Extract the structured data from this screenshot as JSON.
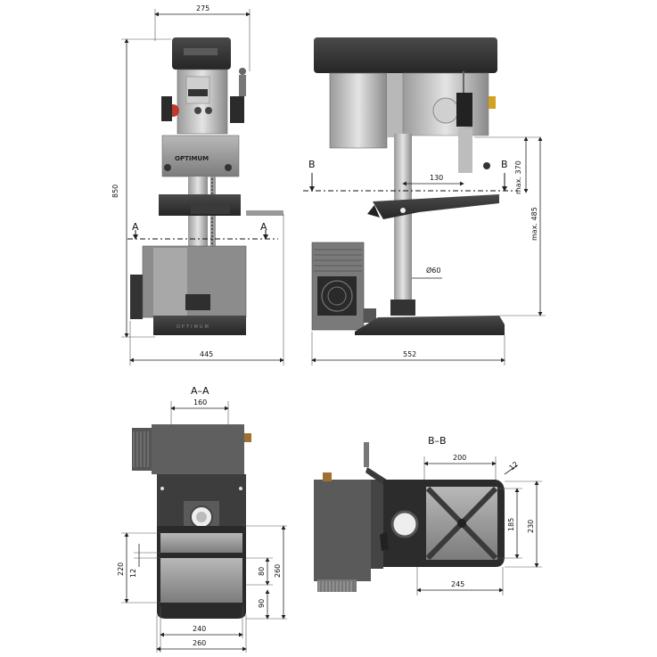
{
  "dims": {
    "width_top": "275",
    "height_total": "850",
    "depth_front": "445",
    "depth_side": "552",
    "spindle_offset": "130",
    "max_370": "max. 370",
    "max_485": "max. 485",
    "column_dia": "Ø60",
    "aa_160": "160",
    "aa_220": "220",
    "aa_12": "12",
    "aa_80": "80",
    "aa_260v": "260",
    "aa_90": "90",
    "aa_240": "240",
    "aa_260h": "260",
    "bb_200": "200",
    "bb_12": "12",
    "bb_185": "185",
    "bb_230": "230",
    "bb_245": "245"
  },
  "labels": {
    "section_a": "A",
    "section_b": "B",
    "title_aa": "A–A",
    "title_bb": "B–B",
    "brand": "OPTIMUM",
    "brand_base": "OPTIMUM"
  }
}
